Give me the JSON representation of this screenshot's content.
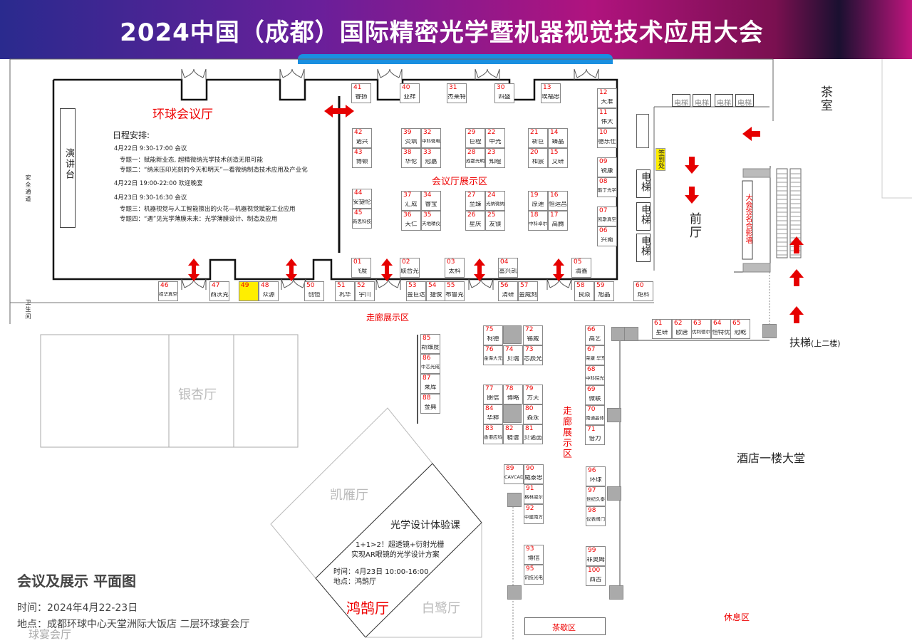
{
  "header": {
    "title": "2024中国（成都）国际精密光学暨机器视觉技术应用大会"
  },
  "halls": {
    "main_hall": "环球会议厅",
    "podium": "演讲台",
    "exhibit_area": "会议厅展示区",
    "corridor_area": "走廊展示区",
    "corridor_area_vertical": "走廊展示区",
    "ginkgo": "银杏厅",
    "kaiyan": "凯雁厅",
    "hongque": "鸿鹄厅",
    "bailu": "白鹭厅",
    "lobby": "酒店一楼大堂",
    "front_hall": "前厅",
    "tea_room": "茶室",
    "escalator": "扶梯",
    "escalator_note": "(上二楼)",
    "rest_area": "休息区",
    "tea_break": "茶歇区",
    "safety_exit": "安全通道",
    "restroom": "卫生间",
    "signin": "签到处",
    "photo_wall": "大会签名合影墙",
    "elevator": "电梯",
    "banquet_partial": "球宴会厅"
  },
  "schedule": {
    "title": "日程安排:",
    "lines": [
      "4月22日  9:30-17:00  会议",
      "专题一：赋能新业态, 超精微纳光学技术创造无限可能",
      "专题二：“纳米压印光刻的今天和明天”—看微纳制造技术应用及产业化",
      "4月22日  19:00-22:00  欢迎晚宴",
      "4月23日  9:30-16:30  会议",
      "专题三：机器视觉与人工智能擦出的火花—机器视觉赋能工业应用",
      "专题四：“遇”见光学薄膜未来：光学薄膜设计、制造及应用"
    ]
  },
  "course": {
    "title": "光学设计体验课",
    "line1": "1+1>2！超透镜+衍射光栅",
    "line2": "实现AR眼镜的光学设计方案",
    "time": "时间：4月23日 10:00-16:00",
    "place": "地点：鸿鹄厅"
  },
  "legend": {
    "title": "会议及展示 平面图",
    "time": "时间：2024年4月22-23日",
    "place": "地点：成都环球中心天堂洲际大饭店 二层环球宴会厅"
  },
  "booths": [
    {
      "no": "41",
      "name": "睿扬"
    },
    {
      "no": "40",
      "name": "亚祥"
    },
    {
      "no": "31",
      "name": "杰莱特"
    },
    {
      "no": "30",
      "name": "四盛"
    },
    {
      "no": "13",
      "name": "埃福思"
    },
    {
      "no": "12",
      "name": "天准"
    },
    {
      "no": "11",
      "name": "伟大"
    },
    {
      "no": "10",
      "name": "德乐仕"
    },
    {
      "no": "09",
      "name": "锐康"
    },
    {
      "no": "08",
      "name": "酷丁光学"
    },
    {
      "no": "07",
      "name": "凯斯真空"
    },
    {
      "no": "06",
      "name": "兴南"
    },
    {
      "no": "42",
      "name": "诺兴"
    },
    {
      "no": "43",
      "name": "博顿"
    },
    {
      "no": "39",
      "name": "荧飒"
    },
    {
      "no": "32",
      "name": "中科微电"
    },
    {
      "no": "38",
      "name": "华伦"
    },
    {
      "no": "33",
      "name": "冠嘉"
    },
    {
      "no": "29",
      "name": "巨程"
    },
    {
      "no": "22",
      "name": "中光"
    },
    {
      "no": "28",
      "name": "成都光明"
    },
    {
      "no": "23",
      "name": "知暄"
    },
    {
      "no": "21",
      "name": "新巨"
    },
    {
      "no": "14",
      "name": "臻晶"
    },
    {
      "no": "20",
      "name": "和宸"
    },
    {
      "no": "15",
      "name": "艾研"
    },
    {
      "no": "44",
      "name": "安捷伦"
    },
    {
      "no": "45",
      "name": "新思科技"
    },
    {
      "no": "37",
      "name": "汇成"
    },
    {
      "no": "34",
      "name": "睿宝"
    },
    {
      "no": "36",
      "name": "天仁"
    },
    {
      "no": "35",
      "name": "天地精仪"
    },
    {
      "no": "27",
      "name": "至臻"
    },
    {
      "no": "24",
      "name": "光纳微纳"
    },
    {
      "no": "26",
      "name": "星庆"
    },
    {
      "no": "25",
      "name": "友镁"
    },
    {
      "no": "19",
      "name": "原速"
    },
    {
      "no": "16",
      "name": "恒运昌"
    },
    {
      "no": "18",
      "name": "中科卓尔"
    },
    {
      "no": "17",
      "name": "高腾"
    },
    {
      "no": "01",
      "name": "飞度"
    },
    {
      "no": "02",
      "name": "联合光"
    },
    {
      "no": "03",
      "name": "太科"
    },
    {
      "no": "04",
      "name": "富兴凯"
    },
    {
      "no": "05",
      "name": "清鑫"
    },
    {
      "no": "46",
      "name": "招华真空"
    },
    {
      "no": "47",
      "name": "西沃克"
    },
    {
      "no": "49",
      "name": ""
    },
    {
      "no": "48",
      "name": "众源"
    },
    {
      "no": "50",
      "name": "创恒"
    },
    {
      "no": "51",
      "name": "巩华"
    },
    {
      "no": "52",
      "name": "宇川"
    },
    {
      "no": "53",
      "name": "金巨达"
    },
    {
      "no": "54",
      "name": "捷俊"
    },
    {
      "no": "55",
      "name": "布鲁克"
    },
    {
      "no": "56",
      "name": "清研"
    },
    {
      "no": "57",
      "name": "金威刻"
    },
    {
      "no": "58",
      "name": "良焱"
    },
    {
      "no": "59",
      "name": "旭晶"
    },
    {
      "no": "60",
      "name": "炬科"
    },
    {
      "no": "61",
      "name": "星研"
    },
    {
      "no": "62",
      "name": "欧唐"
    },
    {
      "no": "63",
      "name": "优利德尔"
    },
    {
      "no": "64",
      "name": "恒特优"
    },
    {
      "no": "65",
      "name": "冠乾"
    },
    {
      "no": "66",
      "name": "高艺"
    },
    {
      "no": "67",
      "name": "荣康 华东频道"
    },
    {
      "no": "68",
      "name": "中科院光电技术所"
    },
    {
      "no": "69",
      "name": "微联"
    },
    {
      "no": "70",
      "name": "南通晶体"
    },
    {
      "no": "71",
      "name": "倍力"
    },
    {
      "no": "75",
      "name": "柯德"
    },
    {
      "no": "72",
      "name": "锡威"
    },
    {
      "no": "76",
      "name": "金海大元"
    },
    {
      "no": "74",
      "name": "贝瑞"
    },
    {
      "no": "73",
      "name": "芯辰光"
    },
    {
      "no": "77",
      "name": "朗信"
    },
    {
      "no": "78",
      "name": "博略"
    },
    {
      "no": "79",
      "name": "方天"
    },
    {
      "no": "84",
      "name": "华粹"
    },
    {
      "no": "80",
      "name": "森永"
    },
    {
      "no": "83",
      "name": "香港应科院"
    },
    {
      "no": "82",
      "name": "精谱"
    },
    {
      "no": "81",
      "name": "贝诺茵"
    },
    {
      "no": "85",
      "name": "新维度"
    },
    {
      "no": "86",
      "name": "中芯光成"
    },
    {
      "no": "87",
      "name": "莱库"
    },
    {
      "no": "88",
      "name": "金典"
    },
    {
      "no": "89",
      "name": "CAVCAD"
    },
    {
      "no": "90",
      "name": "威泰思"
    },
    {
      "no": "91",
      "name": "格林威尔"
    },
    {
      "no": "92",
      "name": "中建南方"
    },
    {
      "no": "93",
      "name": "博信"
    },
    {
      "no": "95",
      "name": "讯技光电"
    },
    {
      "no": "96",
      "name": "环球"
    },
    {
      "no": "97",
      "name": "世纪久泰"
    },
    {
      "no": "98",
      "name": "仪表阀门"
    },
    {
      "no": "99",
      "name": "菲奥姆"
    },
    {
      "no": "100",
      "name": "西古"
    }
  ],
  "colors": {
    "accent": "#e60000",
    "highlight": "#ffee00",
    "pillar": "#aaaaaa"
  }
}
